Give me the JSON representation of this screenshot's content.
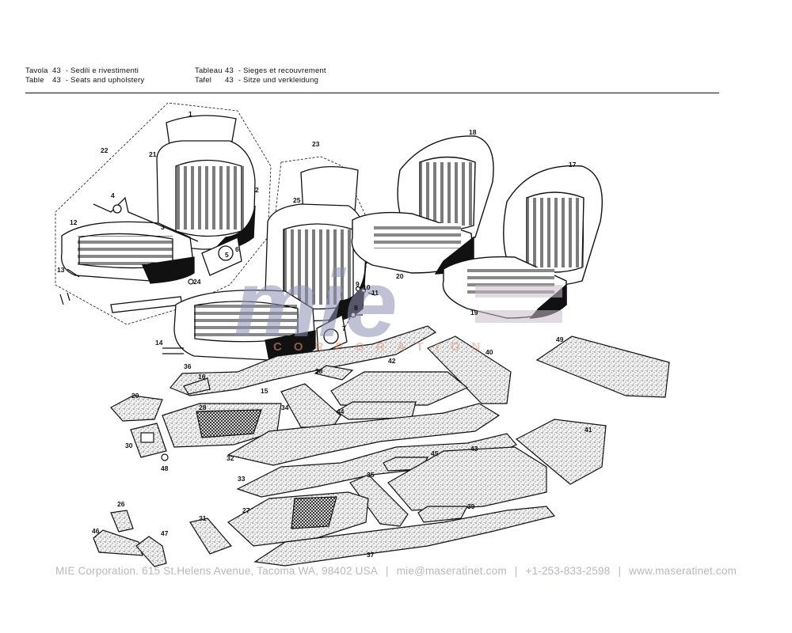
{
  "header": {
    "it": {
      "k": "Tavola",
      "n": "43",
      "t": "- Sedili e rivestimenti"
    },
    "en": {
      "k": "Table",
      "n": "43",
      "t": "- Seats and upholstery"
    },
    "fr": {
      "k": "Tableau",
      "n": "43",
      "t": "- Sieges et recouvrement"
    },
    "de": {
      "k": "Tafel",
      "n": "43",
      "t": "- Sitze und verkleidung"
    }
  },
  "watermark": {
    "logo": "mie",
    "sub": "CORPORATION"
  },
  "callouts": [
    "1",
    "2",
    "3",
    "4",
    "5",
    "6",
    "7",
    "8",
    "9",
    "10",
    "11",
    "12",
    "13",
    "14",
    "15",
    "16",
    "17",
    "18",
    "19",
    "20",
    "21",
    "22",
    "23",
    "24",
    "25",
    "26",
    "27",
    "28",
    "29",
    "30",
    "31",
    "32",
    "33",
    "34",
    "35",
    "36",
    "37",
    "38",
    "39",
    "40",
    "41",
    "42",
    "43",
    "44",
    "45",
    "46",
    "47",
    "48",
    "49"
  ],
  "footer": {
    "company": "MIE Corporation. 615 St.Helens Avenue, Tacoma WA, 98402 USA",
    "email": "mie@maseratinet.com",
    "phone": "+1-253-833-2598",
    "web": "www.maseratinet.com",
    "separator": "|"
  }
}
